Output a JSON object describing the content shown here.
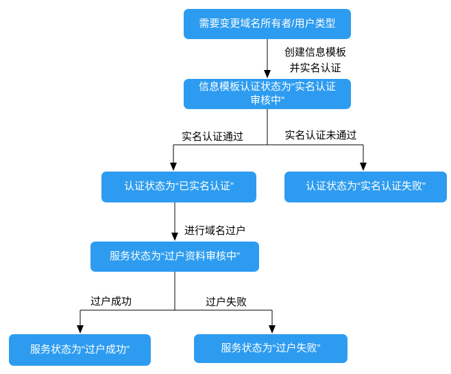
{
  "flowchart": {
    "accent_color": "#2D9CF0",
    "line_color": "#000000",
    "nodes": [
      {
        "id": "start",
        "label": "需要变更域名所有者/用户类型"
      },
      {
        "id": "template-review",
        "label": "信息模板认证状态为“实名认证审核中”"
      },
      {
        "id": "auth-success",
        "label": "认证状态为“已实名认证”"
      },
      {
        "id": "auth-failed",
        "label": "认证状态为“实名认证失败”"
      },
      {
        "id": "transfer-review",
        "label": "服务状态为“过户资料审核中”"
      },
      {
        "id": "transfer-success",
        "label": "服务状态为“过户成功”"
      },
      {
        "id": "transfer-failed",
        "label": "服务状态为“过户失败”"
      }
    ],
    "edge_labels": [
      {
        "id": "create-template",
        "label": "创建信息模板\n并实名认证"
      },
      {
        "id": "auth-pass",
        "label": "实名认证通过"
      },
      {
        "id": "auth-not-pass",
        "label": "实名认证未通过"
      },
      {
        "id": "do-transfer",
        "label": "进行域名过户"
      },
      {
        "id": "transfer-ok",
        "label": "过户成功"
      },
      {
        "id": "transfer-fail",
        "label": "过户失败"
      }
    ]
  }
}
